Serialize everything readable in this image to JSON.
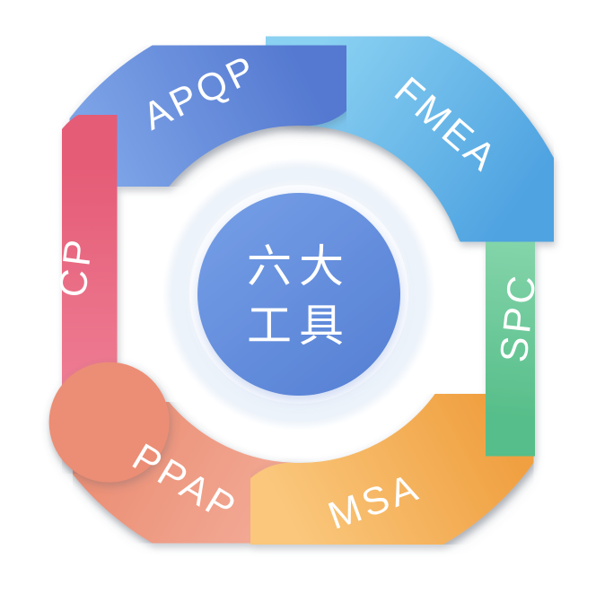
{
  "diagram": {
    "title": "六大工具",
    "center": {
      "line1": "六大",
      "line2": "工具",
      "bg_start": "#739CE5",
      "bg_end": "#5680D4",
      "halo_color": "#EDF3FA",
      "text_color": "#FFFFFF"
    },
    "segments": [
      {
        "label": "APQP",
        "color_start": "#7CA3E7",
        "color_end": "#5478D0"
      },
      {
        "label": "FMEA",
        "color_start": "#8AD1F2",
        "color_end": "#4FA3E1"
      },
      {
        "label": "SPC",
        "color_start": "#8BD8AF",
        "color_end": "#57BE8A"
      },
      {
        "label": "MSA",
        "color_start": "#F0A041",
        "color_end": "#FAC77C"
      },
      {
        "label": "PPAP",
        "color_start": "#F3AC98",
        "color_end": "#EB8E74"
      },
      {
        "label": "CP",
        "color_start": "#EF8197",
        "color_end": "#E55C77"
      }
    ],
    "label_color": "#FFFFFF"
  }
}
